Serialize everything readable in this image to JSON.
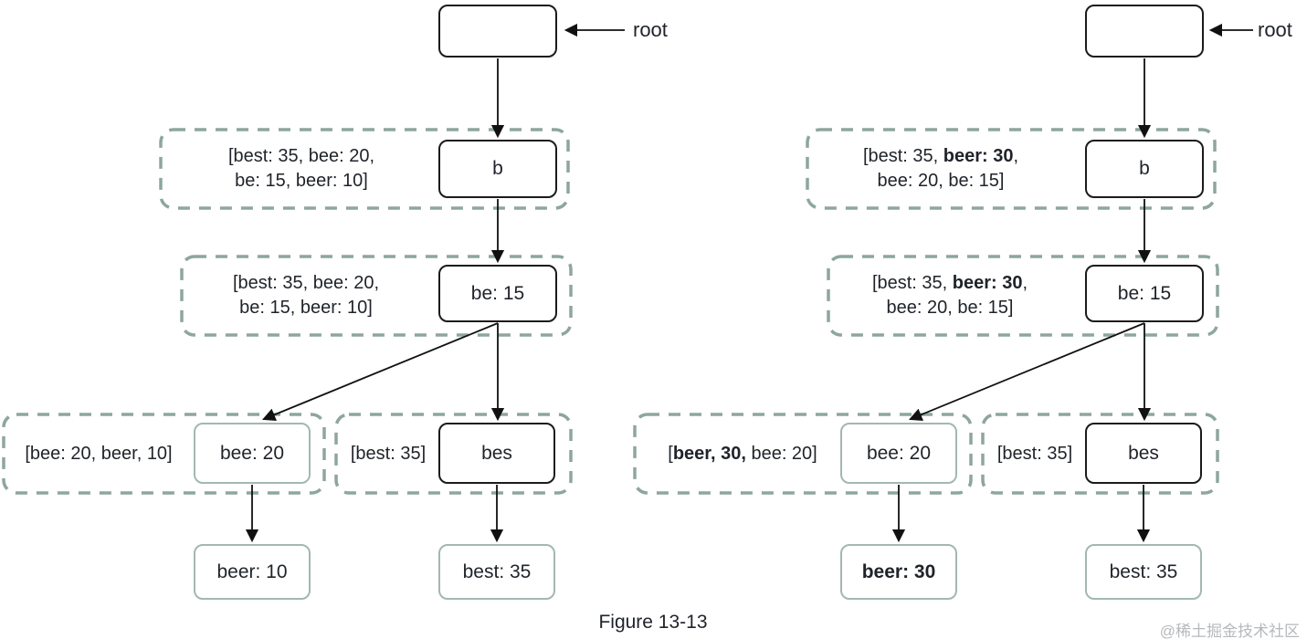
{
  "caption": "Figure 13-13",
  "watermark": "@稀土掘金技术社区",
  "colors": {
    "node_border": "#1b1b1b",
    "light_node_border": "#a3b8b0",
    "dashed_box_border": "#8da69e",
    "arrow": "#111111",
    "text": "#1f2329",
    "watermark": "#b6b9bc",
    "background": "#ffffff"
  },
  "left": {
    "root_label": "root",
    "b": {
      "label": "b"
    },
    "b_note": {
      "line1": "[best: 35, bee: 20,",
      "line2": "be: 15, beer: 10]"
    },
    "be": {
      "label": "be: 15"
    },
    "be_note": {
      "line1": "[best: 35, bee: 20,",
      "line2": "be: 15, beer: 10]"
    },
    "bee": {
      "label": "bee: 20"
    },
    "bee_note": {
      "text": "[bee: 20, beer, 10]"
    },
    "bes": {
      "label": "bes"
    },
    "bes_note": {
      "text": "[best: 35]"
    },
    "beer_leaf": {
      "label": "beer: 10"
    },
    "best_leaf": {
      "label": "best: 35"
    }
  },
  "right": {
    "root_label": "root",
    "b": {
      "label": "b"
    },
    "b_note": {
      "line1_pre": "[best: 35, ",
      "line1_bold": "beer: 30",
      "line1_post": ",",
      "line2": "bee: 20, be: 15]"
    },
    "be": {
      "label": "be: 15"
    },
    "be_note": {
      "line1_pre": "[best: 35, ",
      "line1_bold": "beer: 30",
      "line1_post": ",",
      "line2": "bee: 20, be: 15]"
    },
    "bee": {
      "label": "bee: 20"
    },
    "bee_note": {
      "pre": "[",
      "bold": "beer, 30,",
      "post": " bee: 20]"
    },
    "bes": {
      "label": "bes"
    },
    "bes_note": {
      "text": "[best: 35]"
    },
    "beer_leaf": {
      "label": "beer: 30"
    },
    "best_leaf": {
      "label": "best: 35"
    }
  }
}
